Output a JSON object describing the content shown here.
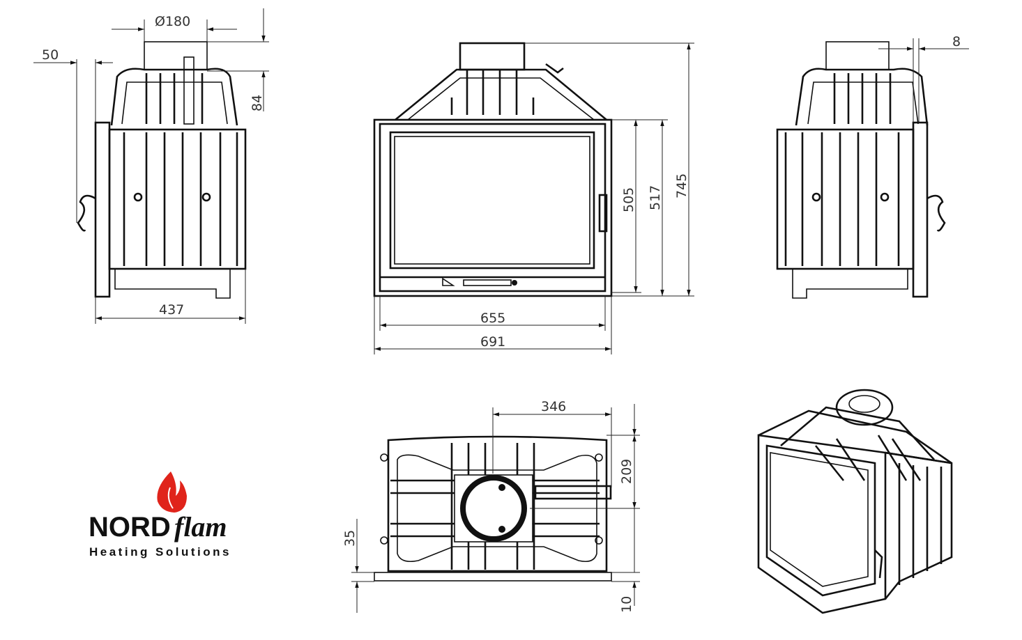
{
  "dimensions": {
    "flue_diameter": "Ø180",
    "side_offset": "50",
    "hood_height": "84",
    "depth": "437",
    "glass_height": "505",
    "door_height": "517",
    "total_height": "745",
    "glass_width": "655",
    "total_width": "691",
    "right_offset": "8",
    "flue_center_x": "346",
    "flue_center_y": "209",
    "base_height": "35",
    "base_leg": "10"
  },
  "logo": {
    "brand_bold": "NORD",
    "brand_italic": "flam",
    "tagline": "Heating Solutions",
    "flame_color": "#e0241b"
  }
}
